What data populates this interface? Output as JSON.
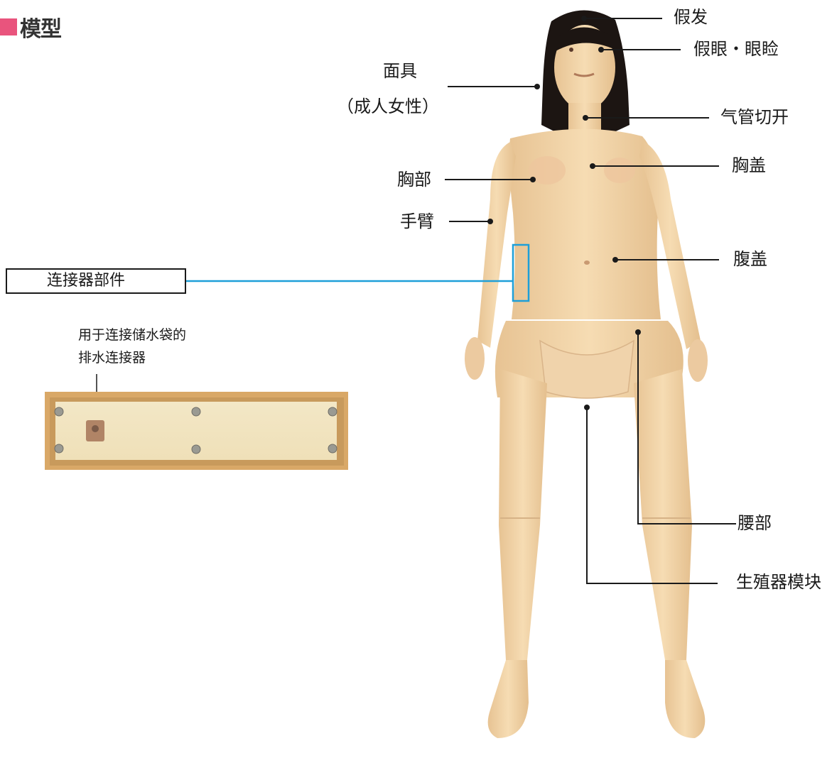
{
  "section": {
    "title": "模型",
    "accent_color": "#e9547d"
  },
  "callouts": {
    "wig": "假发",
    "eyes": "假眼・眼睑",
    "mask_line1": "面具",
    "mask_line2": "（成人女性）",
    "tracheotomy": "气管切开",
    "chest_cover": "胸盖",
    "chest": "胸部",
    "arm": "手臂",
    "abdomen_cover": "腹盖",
    "waist": "腰部",
    "genital_module": "生殖器模块"
  },
  "connector": {
    "label": "连接器部件",
    "highlight_color": "#1e9fd8",
    "note_line1": "用于连接储水袋的",
    "note_line2": "排水连接器"
  },
  "figure": {
    "skin_color": "#f2d3a6",
    "hair_color": "#1c1512"
  }
}
